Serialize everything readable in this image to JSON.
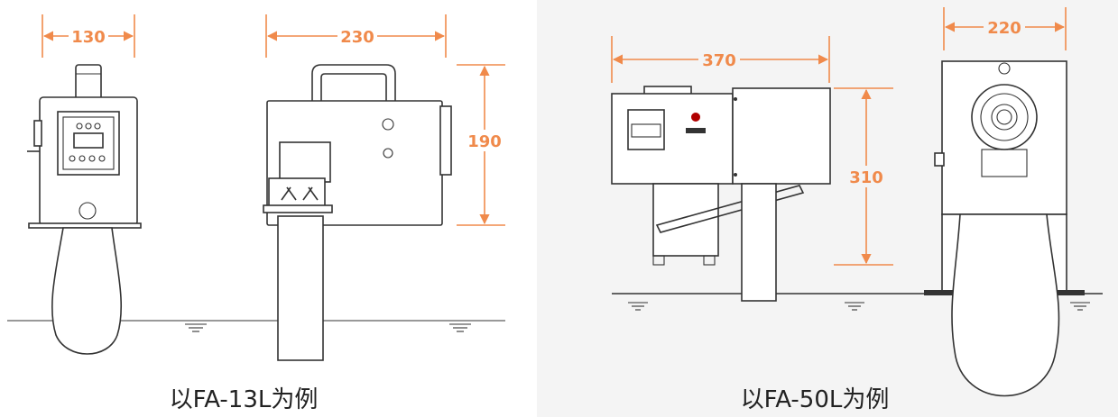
{
  "left_diagram": {
    "dim_width_front": "130",
    "dim_width_side": "230",
    "dim_height": "190",
    "caption": "以FA-13L为例"
  },
  "right_diagram": {
    "dim_width_side": "370",
    "dim_width_front": "220",
    "dim_height": "310",
    "caption": "以FA-50L为例"
  },
  "colors": {
    "dimension": "#f08a4b",
    "linework": "#333333",
    "right_panel_bg": "#f4f4f4",
    "indicator_red": "#b00000"
  }
}
